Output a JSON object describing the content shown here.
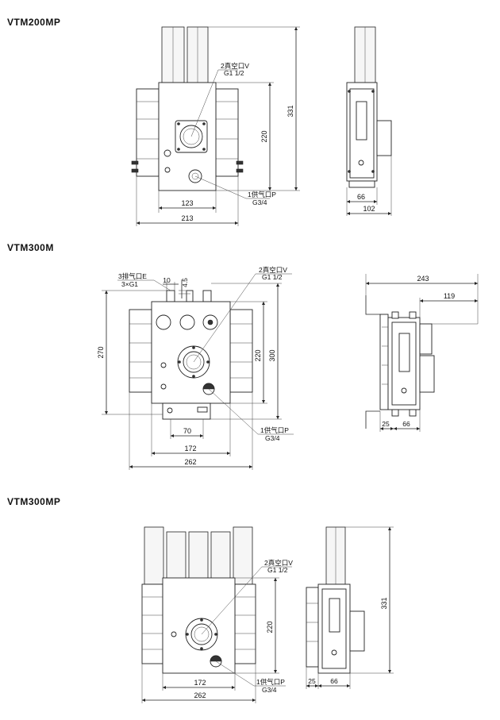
{
  "models": [
    {
      "title": "VTM200MP",
      "dims": {
        "w_total": "213",
        "w_inner": "123",
        "h_body": "220",
        "h_total": "331",
        "side_inner": "66",
        "side_total": "102"
      },
      "labels": {
        "vacuum": "2真空口V",
        "vacuum_size": "G1 1/2",
        "supply": "1供气口P",
        "supply_size": "G3/4"
      }
    },
    {
      "title": "VTM300M",
      "dims": {
        "w_total": "262",
        "w_inner": "172",
        "w_bottom": "70",
        "h_left": "270",
        "h_body": "220",
        "h_total": "300",
        "top_a": "10",
        "top_b": "4.5",
        "side_total": "243",
        "side_tube": "119",
        "side_a": "25",
        "side_b": "66"
      },
      "labels": {
        "exhaust": "3排气口E",
        "exhaust_size": "3×G1",
        "vacuum": "2真空口V",
        "vacuum_size": "G1 1/2",
        "supply": "1供气口P",
        "supply_size": "G3/4"
      }
    },
    {
      "title": "VTM300MP",
      "dims": {
        "w_total": "262",
        "w_inner": "172",
        "h_body": "220",
        "h_total": "331",
        "side_a": "25",
        "side_b": "66"
      },
      "labels": {
        "vacuum": "2真空口V",
        "vacuum_size": "G1 1/2",
        "supply": "1供气口P",
        "supply_size": "G3/4"
      }
    }
  ]
}
